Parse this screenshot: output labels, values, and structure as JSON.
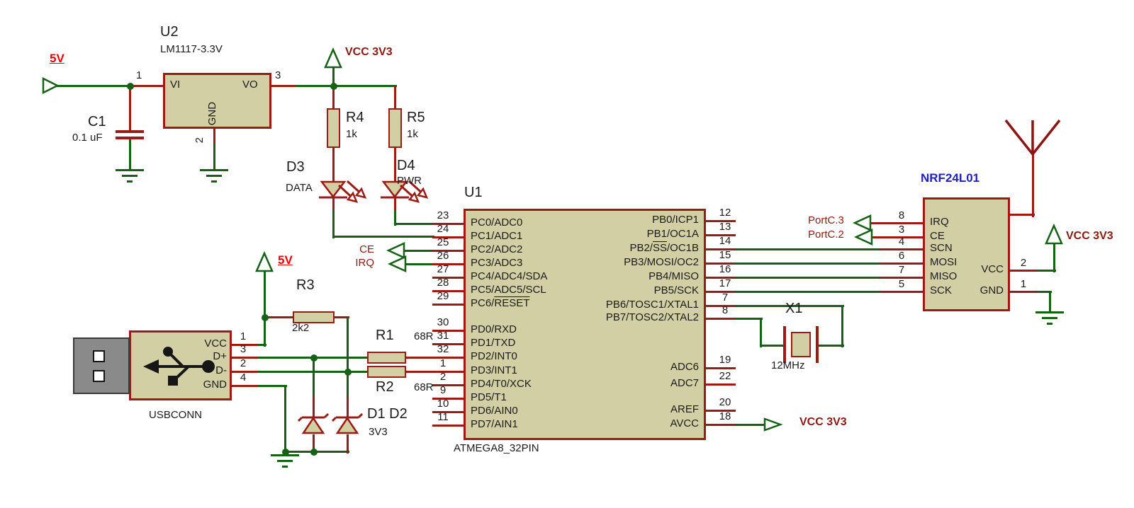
{
  "schematic": {
    "power": {
      "p5v_main": "5V",
      "p5v_usb": "5V",
      "vcc3v3_top": "VCC 3V3",
      "vcc3v3_avcc": "VCC 3V3",
      "vcc3v3_nrf": "VCC 3V3"
    },
    "nets": {
      "ce": "CE",
      "irq": "IRQ",
      "portc3": "PortC.3",
      "portc2": "PortC.2"
    },
    "u2": {
      "ref": "U2",
      "value": "LM1117-3.3V",
      "pin_vi": "VI",
      "pin_vo": "VO",
      "pin_gnd": "GND",
      "num_vi": "1",
      "num_vo": "3",
      "num_gnd": "2"
    },
    "c1": {
      "ref": "C1",
      "value": "0.1 uF"
    },
    "r4": {
      "ref": "R4",
      "value": "1k"
    },
    "r5": {
      "ref": "R5",
      "value": "1k"
    },
    "r3": {
      "ref": "R3",
      "value": "2k2"
    },
    "r1": {
      "ref": "R1",
      "value": "68R"
    },
    "r2": {
      "ref": "R2",
      "value": "68R"
    },
    "d3": {
      "ref": "D3",
      "net": "DATA"
    },
    "d4": {
      "ref": "D4",
      "net": "PWR"
    },
    "d12": {
      "ref": "D1 D2",
      "value": "3V3"
    },
    "usb": {
      "ref": "USBCONN",
      "pins": [
        {
          "num": "1",
          "name": "VCC"
        },
        {
          "num": "3",
          "name": "D+"
        },
        {
          "num": "2",
          "name": "D-"
        },
        {
          "num": "4",
          "name": "GND"
        }
      ]
    },
    "u1": {
      "ref": "U1",
      "value": "ATMEGA8_32PIN",
      "left_pins": [
        {
          "num": "23",
          "name": "PC0/ADC0"
        },
        {
          "num": "24",
          "name": "PC1/ADC1"
        },
        {
          "num": "25",
          "name": "PC2/ADC2"
        },
        {
          "num": "26",
          "name": "PC3/ADC3"
        },
        {
          "num": "27",
          "name": "PC4/ADC4/SDA"
        },
        {
          "num": "28",
          "name": "PC5/ADC5/SCL"
        },
        {
          "num": "29",
          "name": "PC6/~RESET~"
        },
        {
          "num": "30",
          "name": "PD0/RXD"
        },
        {
          "num": "31",
          "name": "PD1/TXD"
        },
        {
          "num": "32",
          "name": "PD2/INT0"
        },
        {
          "num": "1",
          "name": "PD3/INT1"
        },
        {
          "num": "2",
          "name": "PD4/T0/XCK"
        },
        {
          "num": "9",
          "name": "PD5/T1"
        },
        {
          "num": "10",
          "name": "PD6/AIN0"
        },
        {
          "num": "11",
          "name": "PD7/AIN1"
        }
      ],
      "right_pins": [
        {
          "num": "12",
          "name": "PB0/ICP1"
        },
        {
          "num": "13",
          "name": "PB1/OC1A"
        },
        {
          "num": "14",
          "name": "PB2/~SS~/OC1B"
        },
        {
          "num": "15",
          "name": "PB3/MOSI/OC2"
        },
        {
          "num": "16",
          "name": "PB4/MISO"
        },
        {
          "num": "17",
          "name": "PB5/SCK"
        },
        {
          "num": "7",
          "name": "PB6/TOSC1/XTAL1"
        },
        {
          "num": "8",
          "name": "PB7/TOSC2/XTAL2"
        },
        {
          "num": "19",
          "name": "ADC6"
        },
        {
          "num": "22",
          "name": "ADC7"
        },
        {
          "num": "20",
          "name": "AREF"
        },
        {
          "num": "18",
          "name": "AVCC"
        }
      ]
    },
    "x1": {
      "ref": "X1",
      "value": "12MHz"
    },
    "nrf": {
      "ref": "NRF24L01",
      "left_pins": [
        {
          "num": "8",
          "name": "IRQ"
        },
        {
          "num": "3",
          "name": "CE"
        },
        {
          "num": "4",
          "name": "SCN"
        },
        {
          "num": "6",
          "name": "MOSI"
        },
        {
          "num": "7",
          "name": "MISO"
        },
        {
          "num": "5",
          "name": "SCK"
        }
      ],
      "right_pins": [
        {
          "num": "2",
          "name": "VCC"
        },
        {
          "num": "1",
          "name": "GND"
        }
      ]
    },
    "colors": {
      "wire_green": "#176117",
      "pin_red": "#9B1B15",
      "body_fill": "#D2CFA4",
      "net_maroon": "#8C1A10",
      "flag_red": "#F20000",
      "module_blue": "#2121BB"
    }
  }
}
